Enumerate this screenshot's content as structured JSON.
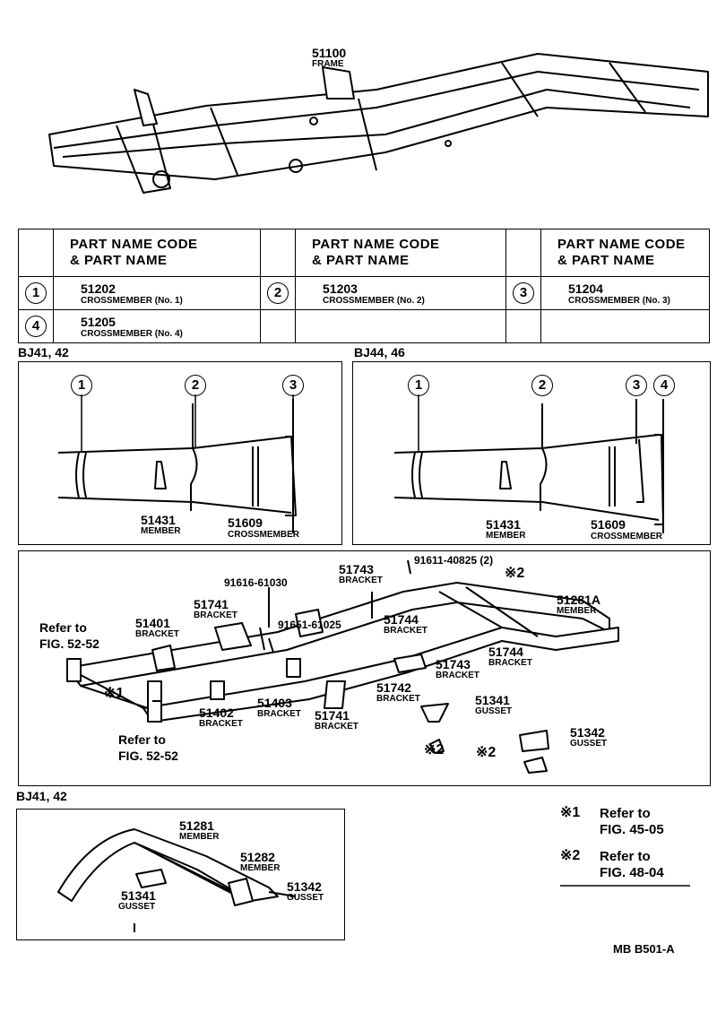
{
  "top": {
    "code": "51100",
    "name": "FRAME"
  },
  "table": {
    "header": [
      "PART NAME CODE",
      "& PART NAME"
    ],
    "rows": [
      [
        {
          "ref": "1",
          "code": "51202",
          "name": "CROSSMEMBER (No. 1)"
        },
        {
          "ref": "2",
          "code": "51203",
          "name": "CROSSMEMBER (No. 2)"
        },
        {
          "ref": "3",
          "code": "51204",
          "name": "CROSSMEMBER (No. 3)"
        }
      ],
      [
        {
          "ref": "4",
          "code": "51205",
          "name": "CROSSMEMBER (No. 4)"
        }
      ]
    ]
  },
  "panel_bj41": {
    "title": "BJ41, 42",
    "refs": [
      "1",
      "2",
      "3"
    ],
    "labels": [
      {
        "code": "51431",
        "name": "MEMBER"
      },
      {
        "code": "51609",
        "name": "CROSSMEMBER"
      }
    ]
  },
  "panel_bj44": {
    "title": "BJ44, 46",
    "refs": [
      "1",
      "2",
      "3",
      "4"
    ],
    "labels": [
      {
        "code": "51431",
        "name": "MEMBER"
      },
      {
        "code": "51609",
        "name": "CROSSMEMBER"
      }
    ]
  },
  "middle": {
    "refer_a": [
      "Refer to",
      "FIG. 52-52"
    ],
    "refer_b": [
      "Refer to",
      "FIG. 52-52"
    ],
    "bolt_1": "91616-61030",
    "bolt_2": "91611-40825 (2)",
    "bolt_3": "91651-61025",
    "parts": [
      {
        "code": "51743",
        "name": "BRACKET"
      },
      {
        "code": "51741",
        "name": "BRACKET"
      },
      {
        "code": "51401",
        "name": "BRACKET"
      },
      {
        "code": "51744",
        "name": "BRACKET"
      },
      {
        "code": "51281A",
        "name": "MEMBER"
      },
      {
        "code": "51744",
        "name": "BRACKET"
      },
      {
        "code": "51743",
        "name": "BRACKET"
      },
      {
        "code": "51742",
        "name": "BRACKET"
      },
      {
        "code": "51341",
        "name": "GUSSET"
      },
      {
        "code": "51402",
        "name": "BRACKET"
      },
      {
        "code": "51403",
        "name": "BRACKET"
      },
      {
        "code": "51741",
        "name": "BRACKET"
      },
      {
        "code": "51342",
        "name": "GUSSET"
      }
    ],
    "note_1": "※1",
    "note_2": "※2"
  },
  "bottom": {
    "title": "BJ41, 42",
    "parts": [
      {
        "code": "51281",
        "name": "MEMBER"
      },
      {
        "code": "51282",
        "name": "MEMBER"
      },
      {
        "code": "51341",
        "name": "GUSSET"
      },
      {
        "code": "51342",
        "name": "GUSSET"
      }
    ]
  },
  "legend": [
    {
      "mark": "※1",
      "line1": "Refer to",
      "line2": "FIG. 45-05"
    },
    {
      "mark": "※2",
      "line1": "Refer to",
      "line2": "FIG. 48-04"
    }
  ],
  "footer": "MB  B501-A"
}
